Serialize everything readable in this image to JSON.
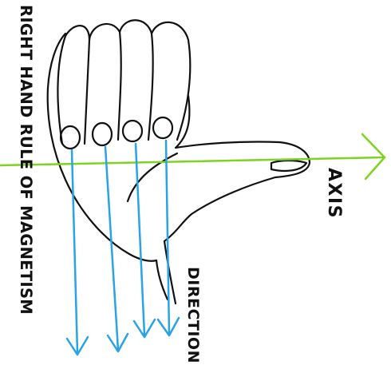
{
  "labels": {
    "title": "RIGHT HAND RULE OF MAGNETISM",
    "axis": "AXIS",
    "direction": "DIRECTION"
  },
  "colors": {
    "axis_line": "#7ed321",
    "field_arrows": "#29a3e6",
    "ink": "#111111",
    "background": "#ffffff"
  },
  "arrow_count": 4
}
